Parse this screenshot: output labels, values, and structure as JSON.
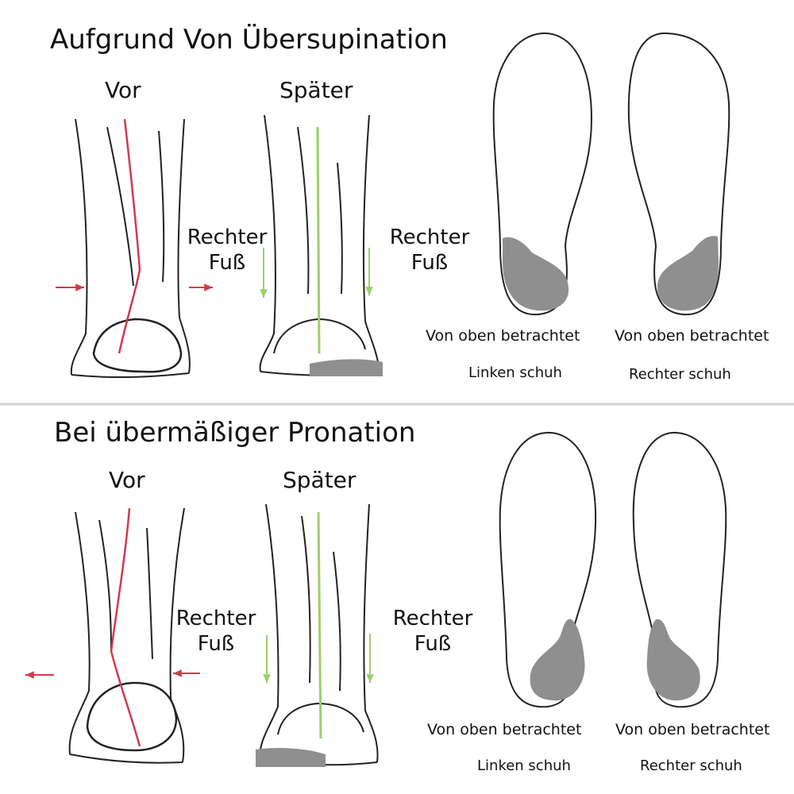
{
  "sections": [
    {
      "title": "Aufgrund Von Übersupination",
      "before_label": "Vor",
      "after_label": "Später",
      "foot_label_left": [
        "Rechter",
        "Fuß"
      ],
      "foot_label_right": [
        "Rechter",
        "Fuß"
      ],
      "view_left": "Von oben betrachtet",
      "view_right": "Von oben betrachtet",
      "shoe_left": "Linken schuh",
      "shoe_right": "Rechter schuh"
    },
    {
      "title": "Bei übermäßiger Pronation",
      "before_label": "Vor",
      "after_label": "Später",
      "foot_label_left": [
        "Rechter",
        "Fuß"
      ],
      "foot_label_right": [
        "Rechter",
        "Fuß"
      ],
      "view_left": "Von oben betrachtet",
      "view_right": "Von oben betrachtet",
      "shoe_left": "Linken schuh",
      "shoe_right": "Rechter schuh"
    }
  ],
  "colors": {
    "outline": "#222222",
    "red_axis": "#d23a4a",
    "green_axis": "#9ccf6a",
    "pad_gray": "#8f8f8f",
    "divider": "#cfcfcf"
  }
}
